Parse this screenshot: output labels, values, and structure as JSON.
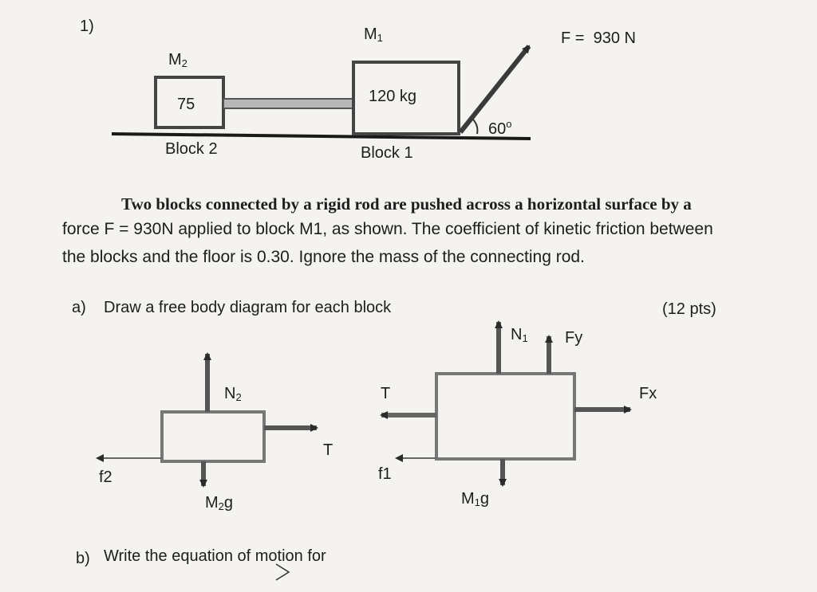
{
  "problem": {
    "number": "1)",
    "force_label": "F =",
    "force_value": "930 N"
  },
  "figure": {
    "m1_label": "M",
    "m1_sub": "1",
    "m2_label": "M",
    "m2_sub": "2",
    "block2_mass": "75",
    "block1_mass": "120 kg",
    "angle": "60",
    "angle_unit": "o",
    "block2_name": "Block 2",
    "block1_name": "Block 1"
  },
  "description": {
    "line1": "Two blocks connected by a rigid rod are pushed across a horizontal surface by a",
    "line2": "force F = 930N applied to block M1, as shown. The coefficient of kinetic friction between",
    "line3": "the blocks and the floor is 0.30. Ignore the mass of the connecting rod."
  },
  "part_a": {
    "label": "a)",
    "text": "Draw a free body diagram for each block",
    "points": "(12 pts)"
  },
  "fbd_block2": {
    "normal_label": "N",
    "normal_sub": "2",
    "tension_label": "T",
    "friction_label": "f2",
    "weight_label": "M",
    "weight_sub": "2",
    "weight_suffix": "g"
  },
  "fbd_block1": {
    "normal_label": "N",
    "normal_sub": "1",
    "fy_label": "Fy",
    "tension_label": "T",
    "fx_label": "Fx",
    "friction_label": "f1",
    "weight_label": "M",
    "weight_sub": "1",
    "weight_suffix": "g"
  },
  "part_b": {
    "label": "b)",
    "text": "Write the equation of motion for"
  }
}
